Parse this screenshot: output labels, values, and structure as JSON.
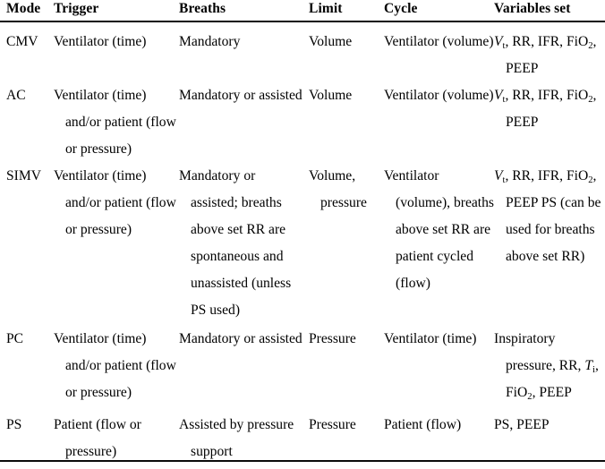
{
  "table": {
    "caption": "",
    "columns": [
      {
        "key": "mode",
        "label": "Mode"
      },
      {
        "key": "trigger",
        "label": "Trigger"
      },
      {
        "key": "breaths",
        "label": "Breaths"
      },
      {
        "key": "limit",
        "label": "Limit"
      },
      {
        "key": "cycle",
        "label": "Cycle"
      },
      {
        "key": "variables",
        "label": "Variables set"
      }
    ],
    "rows": [
      {
        "mode": "CMV",
        "trigger": "Ventilator (time)",
        "breaths": "Mandatory",
        "limit": "Volume",
        "cycle": "Ventilator (volume)",
        "variables": "Vt, RR, IFR, FiO2, PEEP"
      },
      {
        "mode": "AC",
        "trigger": "Ventilator (time) and/or patient (flow or pressure)",
        "breaths": "Mandatory or assisted",
        "limit": "Volume",
        "cycle": "Ventilator (volume)",
        "variables": "Vt, RR, IFR, FiO2, PEEP"
      },
      {
        "mode": "SIMV",
        "trigger": "Ventilator (time) and/or patient (flow or pressure)",
        "breaths": "Mandatory or assisted; breaths above set RR are spontaneous and unassisted (unless PS used)",
        "limit": "Volume, pressure",
        "cycle": "Ventilator (volume), breaths above set RR are patient cycled (flow)",
        "variables": "Vt, RR, IFR, FiO2, PEEP PS (can be used for breaths above set RR)"
      },
      {
        "mode": "PC",
        "trigger": "Ventilator (time) and/or patient (flow or pressure)",
        "breaths": "Mandatory or assisted",
        "limit": "Pressure",
        "cycle": "Ventilator (time)",
        "variables": "Inspiratory pressure, RR, Ti, FiO2, PEEP"
      },
      {
        "mode": "PS",
        "trigger": "Patient (flow or pressure)",
        "breaths": "Assisted by pressure support",
        "limit": "Pressure",
        "cycle": "Patient (flow)",
        "variables": "PS, PEEP"
      }
    ]
  },
  "rules": {
    "header_rule_color": "#0b0b0b",
    "bottom_rule_color": "#0b0b0b"
  }
}
